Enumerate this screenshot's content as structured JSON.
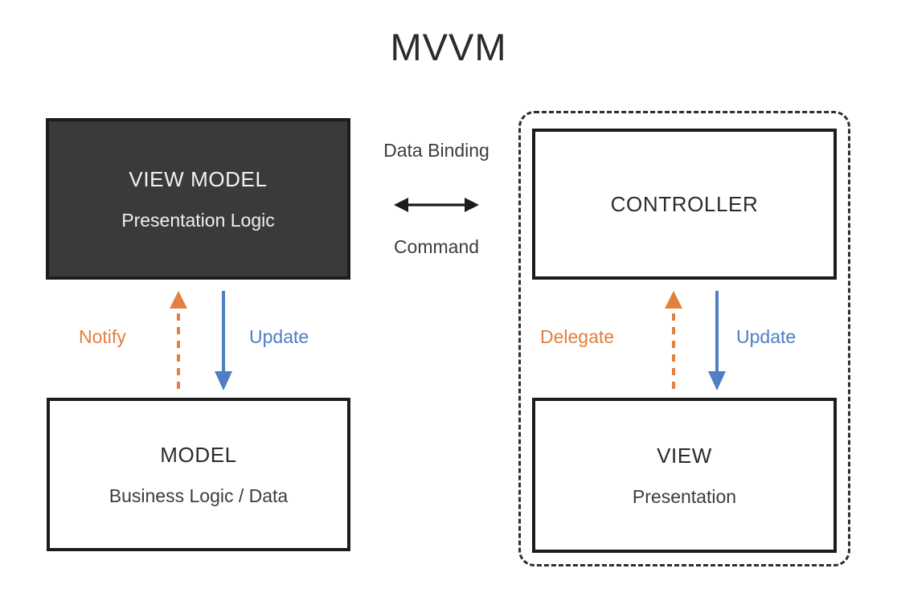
{
  "diagram": {
    "title": "MVVM",
    "nodes": {
      "view_model": {
        "title": "VIEW MODEL",
        "subtitle": "Presentation Logic",
        "fill": "#3a3a3a",
        "text_color": "#f2f2f2",
        "border_color": "#1c1c1c"
      },
      "model": {
        "title": "MODEL",
        "subtitle": "Business Logic / Data",
        "fill": "#ffffff",
        "text_color": "#2b2b2b",
        "border_color": "#1c1c1c"
      },
      "controller": {
        "title": "CONTROLLER",
        "subtitle": "",
        "fill": "#ffffff",
        "text_color": "#2b2b2b",
        "border_color": "#1c1c1c"
      },
      "view": {
        "title": "VIEW",
        "subtitle": "Presentation",
        "fill": "#ffffff",
        "text_color": "#2b2b2b",
        "border_color": "#1c1c1c"
      }
    },
    "connections": {
      "center": {
        "top_label": "Data Binding",
        "bottom_label": "Command",
        "arrow_style": "double-headed",
        "color": "#1c1c1c"
      },
      "left_pair": {
        "up_label": "Notify",
        "up_style": "dashed",
        "up_color": "#e2803f",
        "down_label": "Update",
        "down_style": "solid",
        "down_color": "#4e7ec4"
      },
      "right_pair": {
        "up_label": "Delegate",
        "up_style": "dashed",
        "up_color": "#e2803f",
        "down_label": "Update",
        "down_style": "solid",
        "down_color": "#4e7ec4"
      }
    },
    "group": {
      "border_style": "dashed",
      "border_color": "#2f2f2f"
    }
  }
}
